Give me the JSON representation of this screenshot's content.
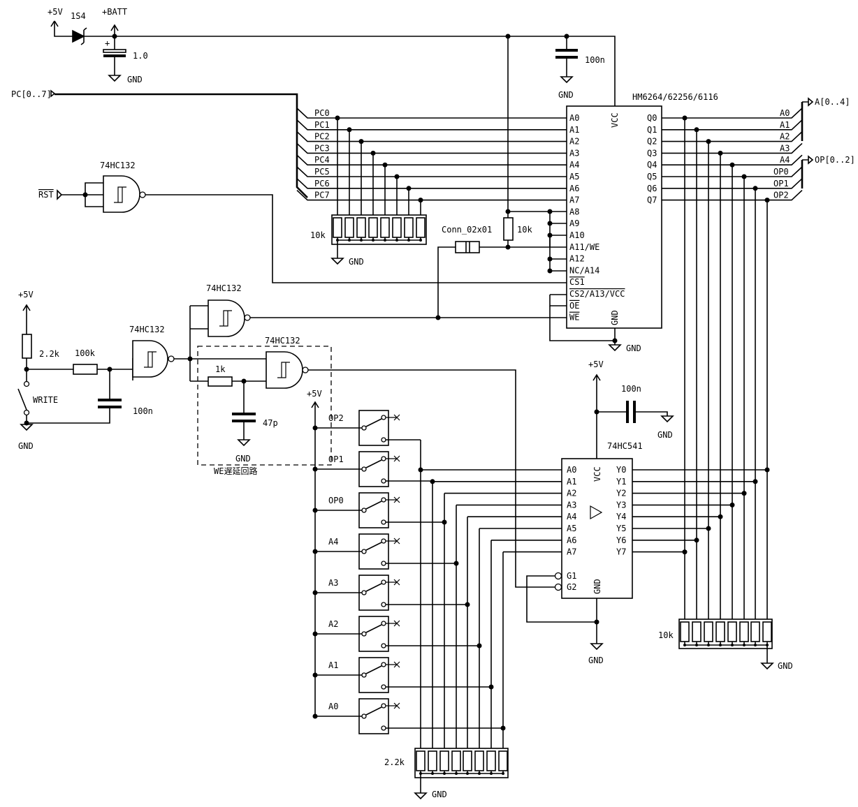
{
  "power": {
    "p5v": "+5V",
    "batt": "+BATT",
    "diode": "1S4",
    "cap_batt": "1.0",
    "cap_ram": "100n",
    "gnd": "GND"
  },
  "ports": {
    "pc": "PC[0..7]",
    "a_bus": "A[0..4]",
    "op_bus": "OP[0..2]",
    "rst": "RST"
  },
  "ram": {
    "part": "HM6264/62256/6116",
    "left_pins": [
      "A0",
      "A1",
      "A2",
      "A3",
      "A4",
      "A5",
      "A6",
      "A7",
      "A8",
      "A9",
      "A10",
      "A11/WE",
      "A12",
      "NC/A14",
      "CS1",
      "CS2/A13/VCC",
      "OE",
      "WE"
    ],
    "right_pins": [
      "Q0",
      "Q1",
      "Q2",
      "Q3",
      "Q4",
      "Q5",
      "Q6",
      "Q7"
    ],
    "vcc": "VCC",
    "gnd": "GND"
  },
  "pc_labels": [
    "PC0",
    "PC1",
    "PC2",
    "PC3",
    "PC4",
    "PC5",
    "PC6",
    "PC7"
  ],
  "a_labels": [
    "A0",
    "A1",
    "A2",
    "A3",
    "A4"
  ],
  "op_labels": [
    "OP0",
    "OP1",
    "OP2"
  ],
  "resistors": {
    "pack_pc": "10k",
    "r_a11": "10k",
    "pack_y": "10k",
    "pack_sw": "2.2k",
    "r_write_pullup": "2.2k",
    "r_write_series": "100k",
    "r_delay": "1k"
  },
  "capacitors": {
    "c_write": "100n",
    "c_delay": "47p",
    "c_541": "100n"
  },
  "connector": "Conn_02x01",
  "gates": {
    "part": "74HC132"
  },
  "write": {
    "p5v": "+5V",
    "switch": "WRITE",
    "gnd": "GND"
  },
  "delay_block": {
    "caption": "WE遅延回路",
    "gnd": "GND",
    "p5v": "+5V"
  },
  "switches": [
    "OP2",
    "OP1",
    "OP0",
    "A4",
    "A3",
    "A2",
    "A1",
    "A0"
  ],
  "buffer": {
    "part": "74HC541",
    "left_pins": [
      "A0",
      "A1",
      "A2",
      "A3",
      "A4",
      "A5",
      "A6",
      "A7",
      "G1",
      "G2"
    ],
    "right_pins": [
      "Y0",
      "Y1",
      "Y2",
      "Y3",
      "Y4",
      "Y5",
      "Y6",
      "Y7"
    ],
    "vcc": "VCC",
    "gnd": "GND",
    "p5v": "+5V"
  }
}
